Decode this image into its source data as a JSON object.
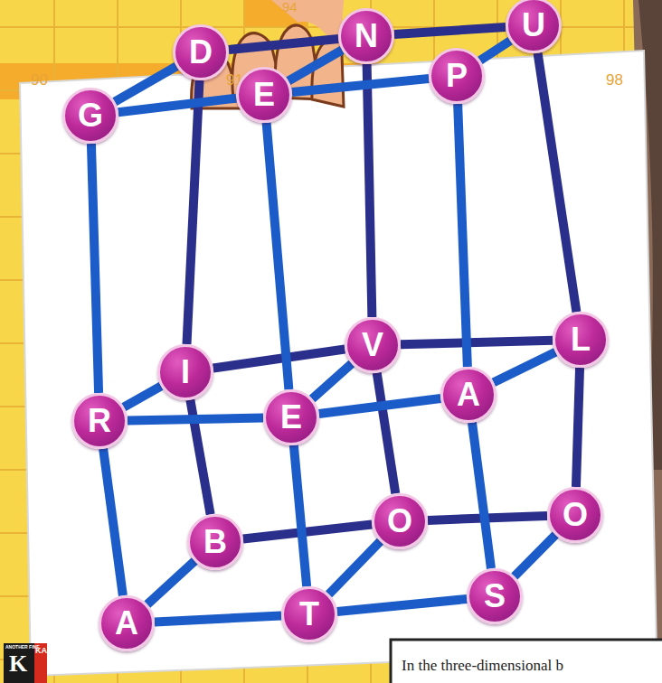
{
  "diagram": {
    "nodes": [
      {
        "text": [
          "D"
        ]
      },
      {
        "text": [
          "N"
        ]
      },
      {
        "text": [
          "U"
        ]
      },
      {
        "text": [
          "G"
        ]
      },
      {
        "text": [
          "E"
        ]
      },
      {
        "text": [
          "P"
        ]
      },
      {
        "text": [
          "I"
        ]
      },
      {
        "text": [
          "V"
        ]
      },
      {
        "text": [
          "L"
        ]
      },
      {
        "text": [
          "R"
        ]
      },
      {
        "text": [
          "E"
        ]
      },
      {
        "text": [
          "A"
        ]
      },
      {
        "text": [
          "B"
        ]
      },
      {
        "text": [
          "O"
        ]
      },
      {
        "text": [
          "O"
        ]
      },
      {
        "text": [
          "A"
        ]
      },
      {
        "text": [
          "T"
        ]
      },
      {
        "text": [
          "S"
        ]
      }
    ],
    "edges": [
      {
        "from": 0,
        "to": 1,
        "arrow": "none"
      },
      {
        "from": 1,
        "to": 2,
        "arrow": "none"
      },
      {
        "from": 6,
        "to": 7,
        "arrow": "none"
      },
      {
        "from": 7,
        "to": 8,
        "arrow": "none"
      },
      {
        "from": 12,
        "to": 13,
        "arrow": "none"
      },
      {
        "from": 13,
        "to": 14,
        "arrow": "none"
      },
      {
        "from": 0,
        "to": 6,
        "arrow": "none"
      },
      {
        "from": 6,
        "to": 12,
        "arrow": "none"
      },
      {
        "from": 1,
        "to": 7,
        "arrow": "none"
      },
      {
        "from": 7,
        "to": 13,
        "arrow": "none"
      },
      {
        "from": 2,
        "to": 8,
        "arrow": "none"
      },
      {
        "from": 8,
        "to": 14,
        "arrow": "none"
      },
      {
        "from": 3,
        "to": 0,
        "arrow": "none"
      },
      {
        "from": 4,
        "to": 1,
        "arrow": "none"
      },
      {
        "from": 5,
        "to": 2,
        "arrow": "none"
      },
      {
        "from": 9,
        "to": 6,
        "arrow": "none"
      },
      {
        "from": 10,
        "to": 7,
        "arrow": "none"
      },
      {
        "from": 11,
        "to": 8,
        "arrow": "none"
      },
      {
        "from": 15,
        "to": 12,
        "arrow": "none"
      },
      {
        "from": 16,
        "to": 13,
        "arrow": "none"
      },
      {
        "from": 17,
        "to": 14,
        "arrow": "none"
      },
      {
        "from": 3,
        "to": 4,
        "arrow": "none"
      },
      {
        "from": 4,
        "to": 5,
        "arrow": "none"
      },
      {
        "from": 9,
        "to": 10,
        "arrow": "none"
      },
      {
        "from": 10,
        "to": 11,
        "arrow": "none"
      },
      {
        "from": 15,
        "to": 16,
        "arrow": "none"
      },
      {
        "from": 16,
        "to": 17,
        "arrow": "none"
      },
      {
        "from": 3,
        "to": 9,
        "arrow": "none"
      },
      {
        "from": 9,
        "to": 15,
        "arrow": "none"
      },
      {
        "from": 4,
        "to": 10,
        "arrow": "none"
      },
      {
        "from": 10,
        "to": 16,
        "arrow": "none"
      },
      {
        "from": 5,
        "to": 11,
        "arrow": "none"
      },
      {
        "from": 11,
        "to": 17,
        "arrow": "none"
      }
    ],
    "labels": [
      "90",
      "91",
      "94",
      "98",
      "ANOTHER FINE",
      "K",
      "KAP",
      "In the three-dimensional b"
    ]
  }
}
